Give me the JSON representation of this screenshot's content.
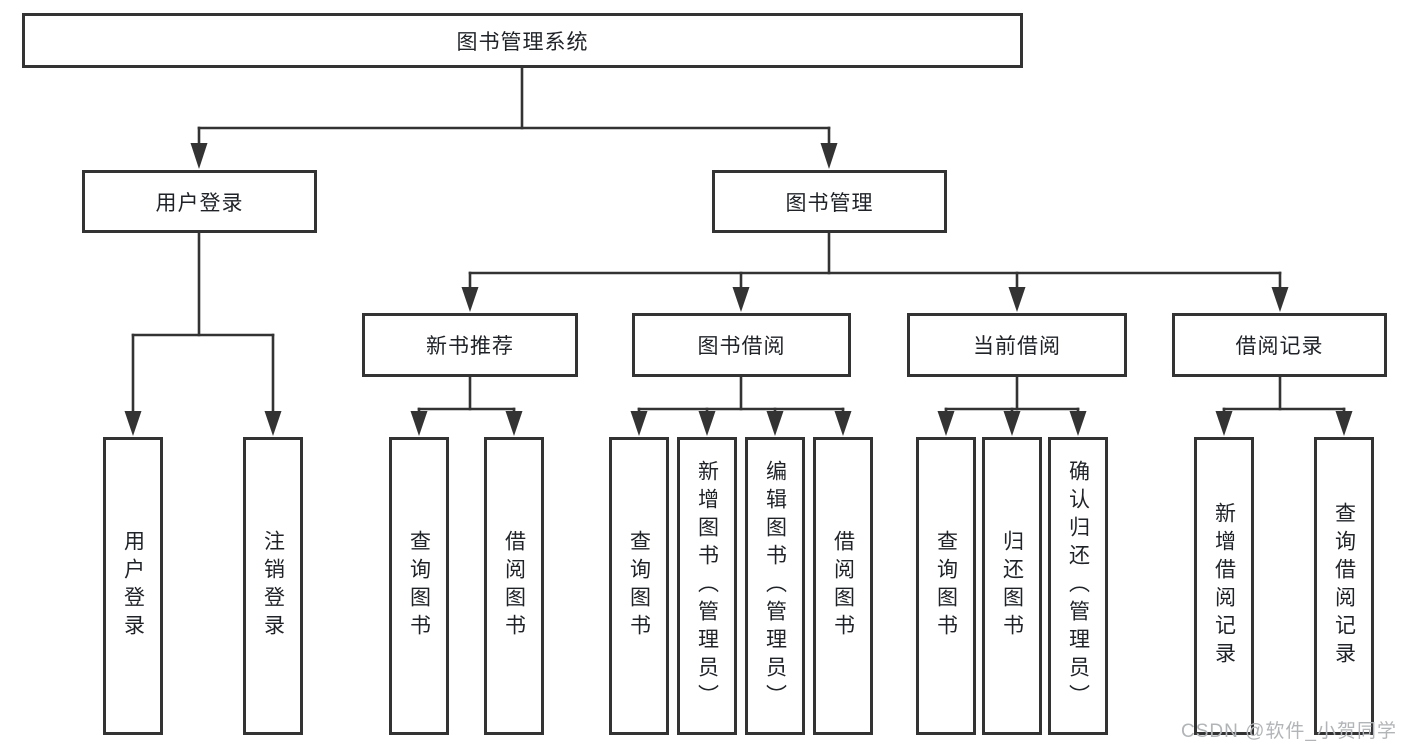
{
  "diagram_type": "functional-structure-tree",
  "colors": {
    "line_color": "#333333",
    "text_color": "#1f2328",
    "box_bg": "#ffffff",
    "watermark_color": "#b2b5b8"
  },
  "nodes": {
    "root": {
      "label": "图书管理系统"
    },
    "level2": [
      {
        "label": "用户登录"
      },
      {
        "label": "图书管理"
      }
    ],
    "level3": [
      {
        "label": "新书推荐"
      },
      {
        "label": "图书借阅"
      },
      {
        "label": "当前借阅"
      },
      {
        "label": "借阅记录"
      }
    ]
  },
  "children": {
    "user_login": [
      {
        "label": "用户登录"
      },
      {
        "label": "注销登录"
      }
    ],
    "new_book_recommend": [
      {
        "label": "查询图书"
      },
      {
        "label": "借阅图书"
      }
    ],
    "book_borrowing": [
      {
        "label": "查询图书"
      },
      {
        "label": "新增图书（管理员）"
      },
      {
        "label": "编辑图书（管理员）"
      },
      {
        "label": "借阅图书"
      }
    ],
    "current_borrowing": [
      {
        "label": "查询图书"
      },
      {
        "label": "归还图书"
      },
      {
        "label": "确认归还（管理员）"
      }
    ],
    "borrow_records": [
      {
        "label": "新增借阅记录"
      },
      {
        "label": "查询借阅记录"
      }
    ]
  },
  "watermark": {
    "text": "CSDN @软件_小贺同学"
  }
}
